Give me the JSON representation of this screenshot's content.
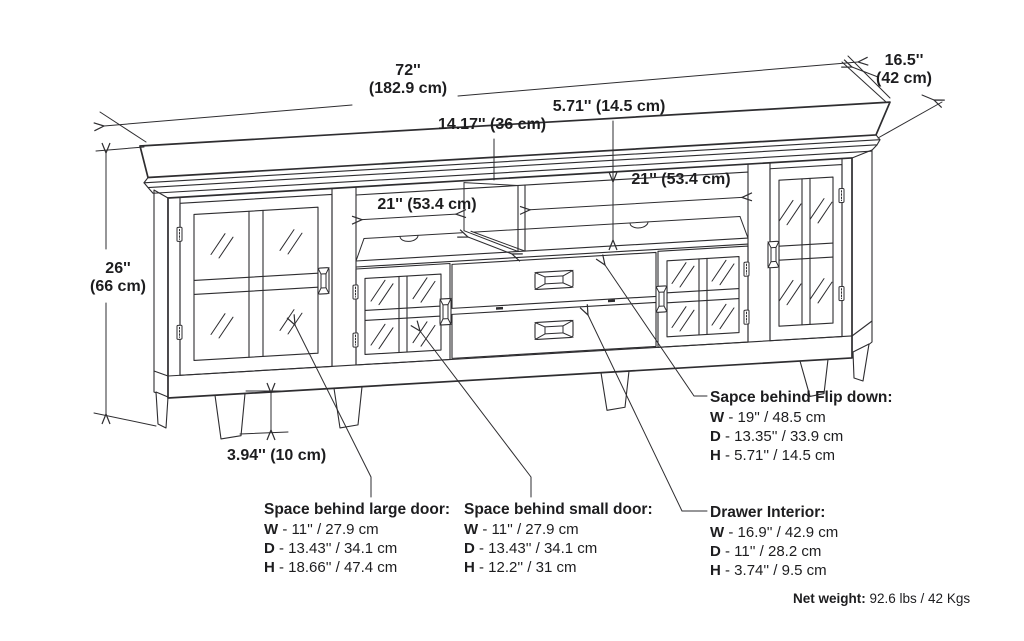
{
  "dimensions": {
    "overall_width": {
      "imperial": "72''",
      "metric": "(182.9 cm)"
    },
    "overall_depth": {
      "imperial": "16.5''",
      "metric": "(42 cm)"
    },
    "overall_height": {
      "imperial": "26''",
      "metric": "(66 cm)"
    },
    "leg_height": {
      "text": "3.94'' (10 cm)"
    },
    "center_divider_depth": {
      "text": "14.17'' (36 cm)"
    },
    "open_shelf_height": {
      "text": "5.71'' (14.5 cm)"
    },
    "shelf_left_width": {
      "text": "21'' (53.4 cm)"
    },
    "shelf_right_width": {
      "text": "21'' (53.4 cm)"
    }
  },
  "spec_blocks": {
    "flip_down": {
      "title": "Sapce behind Flip down:",
      "rows": [
        {
          "k": "W",
          "v": "- 19'' / 48.5 cm"
        },
        {
          "k": "D",
          "v": "- 13.35'' / 33.9 cm"
        },
        {
          "k": "H",
          "v": "- 5.71'' / 14.5 cm"
        }
      ]
    },
    "large_door": {
      "title": "Space behind large door:",
      "rows": [
        {
          "k": "W",
          "v": "- 11'' / 27.9 cm"
        },
        {
          "k": "D",
          "v": "- 13.43'' / 34.1 cm"
        },
        {
          "k": "H",
          "v": "- 18.66'' / 47.4 cm"
        }
      ]
    },
    "small_door": {
      "title": "Space behind small door:",
      "rows": [
        {
          "k": "W",
          "v": "- 11'' / 27.9 cm"
        },
        {
          "k": "D",
          "v": "- 13.43'' / 34.1 cm"
        },
        {
          "k": "H",
          "v": "- 12.2'' / 31 cm"
        }
      ]
    },
    "drawer_interior": {
      "title": "Drawer Interior:",
      "rows": [
        {
          "k": "W",
          "v": "- 16.9'' / 42.9 cm"
        },
        {
          "k": "D",
          "v": "- 11'' / 28.2 cm"
        },
        {
          "k": "H",
          "v": "- 3.74'' / 9.5 cm"
        }
      ]
    }
  },
  "footer": {
    "net_weight_label": "Net weight:",
    "net_weight_value": "92.6 lbs / 42 Kgs"
  },
  "colors": {
    "line": "#2e2d30",
    "text": "#1d1d1f",
    "background": "#ffffff"
  }
}
